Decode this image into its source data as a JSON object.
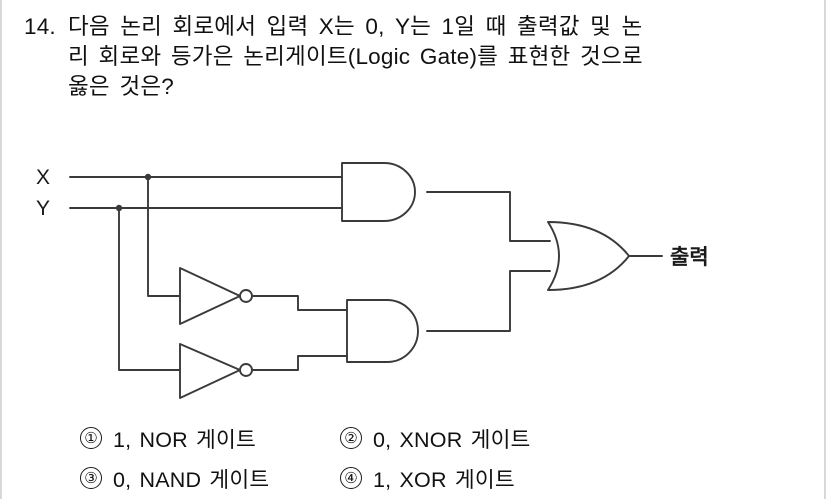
{
  "question": {
    "number": "14.",
    "line1": "다음 논리 회로에서 입력 X는 0, Y는 1일 때 출력값 및 논",
    "line2": "리 회로와 등가은 논리게이트(Logic Gate)를 표현한 것으로",
    "line3": "옳은 것은?"
  },
  "circuit": {
    "input_x_label": "X",
    "input_y_label": "Y",
    "output_label": "출력"
  },
  "choices": [
    {
      "marker": "①",
      "label": "1, NOR 게이트"
    },
    {
      "marker": "②",
      "label": "0, XNOR 게이트"
    },
    {
      "marker": "③",
      "label": "0, NAND 게이트"
    },
    {
      "marker": "④",
      "label": "1, XOR 게이트"
    }
  ],
  "colors": {
    "ink": "#1a1a1a",
    "wire": "#3a3a3a",
    "page": "#ffffff",
    "page_edge": "#d8d8d8"
  }
}
